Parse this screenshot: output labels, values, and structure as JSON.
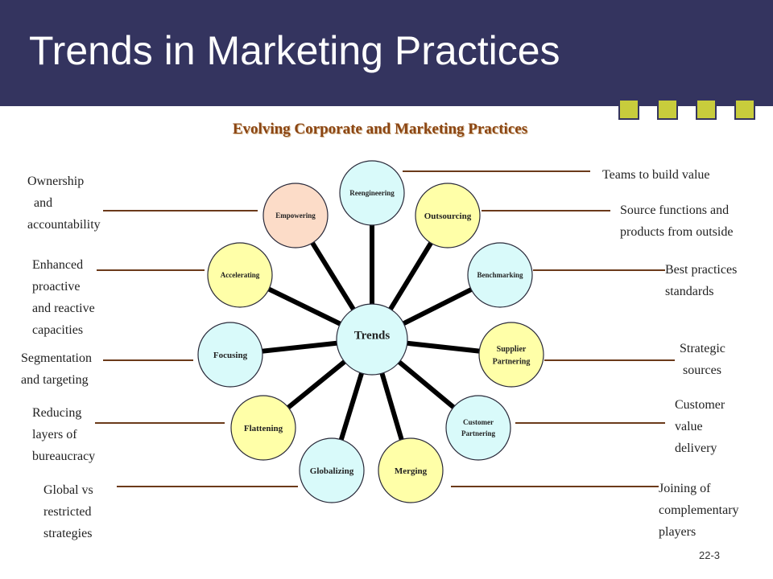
{
  "slide": {
    "title": "Trends in Marketing Practices",
    "subtitle": "Evolving Corporate and Marketing Practices",
    "page_number": "22-3"
  },
  "colors": {
    "header_bg": "#34345f",
    "accent_squares": "#c8cc3c",
    "subtitle": "#8b4513",
    "spoke": "#000000",
    "leader_line": "#6b3a1a",
    "fill_yellow": "#ffffa8",
    "fill_cyan": "#d9fafa",
    "fill_peach": "#fcdcc8"
  },
  "diagram": {
    "center": {
      "label": "Trends",
      "fill": "#d9fafa"
    },
    "nodes": [
      {
        "label": "Reengineering",
        "fill": "#d9fafa",
        "note": "Teams to build value"
      },
      {
        "label": "Outsourcing",
        "fill": "#ffffa8",
        "note": "Source functions and\nproducts from outside"
      },
      {
        "label": "Benchmarking",
        "fill": "#d9fafa",
        "note": "Best practices\nstandards"
      },
      {
        "label": "Supplier\nPartnering",
        "fill": "#ffffa8",
        "note": "Strategic\n sources"
      },
      {
        "label": "Customer\nPartnering",
        "fill": "#d9fafa",
        "note": "Customer\nvalue\ndelivery"
      },
      {
        "label": "Merging",
        "fill": "#ffffa8",
        "note": "Joining of\ncomplementary\nplayers"
      },
      {
        "label": "Globalizing",
        "fill": "#d9fafa",
        "note": "Global vs\nrestricted\nstrategies"
      },
      {
        "label": "Flattening",
        "fill": "#ffffa8",
        "note": "Reducing\nlayers of\nbureaucracy"
      },
      {
        "label": "Focusing",
        "fill": "#d9fafa",
        "note": "Segmentation\nand targeting"
      },
      {
        "label": "Accelerating",
        "fill": "#ffffa8",
        "note": "Enhanced\nproactive\nand reactive\ncapacities"
      },
      {
        "label": "Empowering",
        "fill": "#fcdcc8",
        "note": "Ownership\n  and\naccountability"
      }
    ]
  }
}
